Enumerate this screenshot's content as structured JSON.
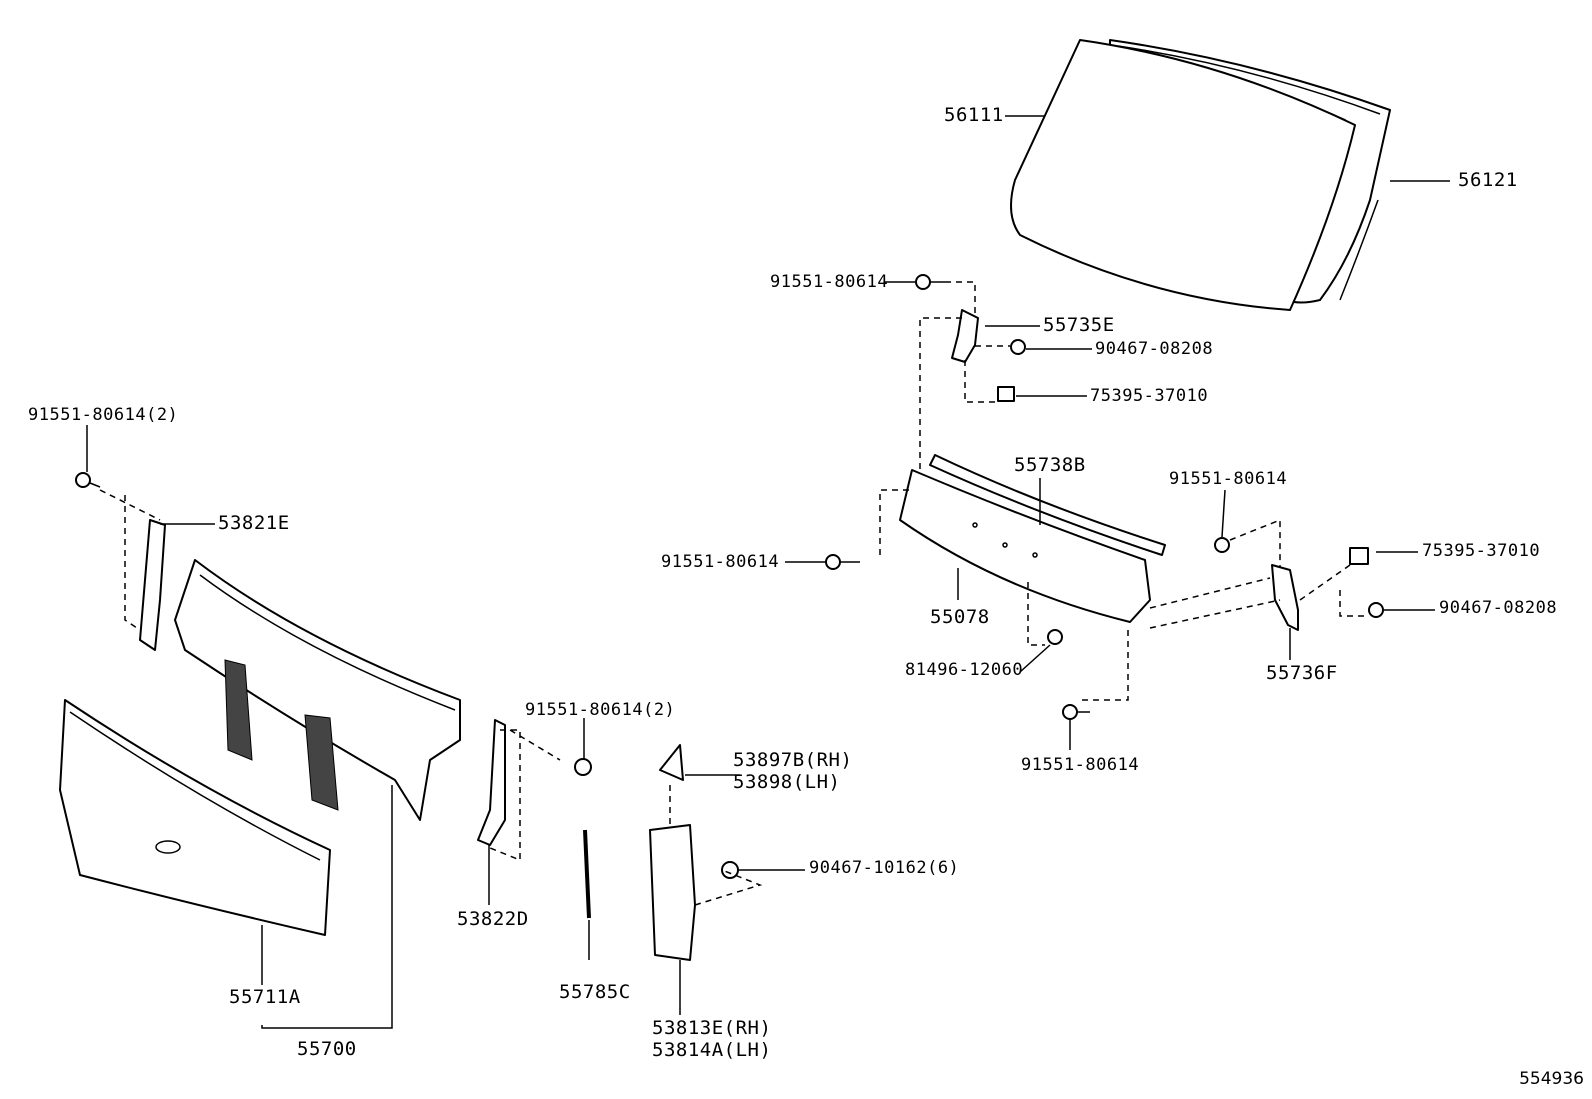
{
  "diagram_id": "554936",
  "labels": {
    "p56111": "56111",
    "p56121": "56121",
    "p91551_a": "91551-80614",
    "p55735E": "55735E",
    "p90467_a": "90467-08208",
    "p75395_a": "75395-37010",
    "p91551_2a": "91551-80614(2)",
    "p53821E": "53821E",
    "p55738B": "55738B",
    "p91551_b": "91551-80614",
    "p91551_c": "91551-80614",
    "p75395_b": "75395-37010",
    "p90467_b": "90467-08208",
    "p55078": "55078",
    "p81496": "81496-12060",
    "p55736F": "55736F",
    "p91551_d": "91551-80614",
    "p91551_2b": "91551-80614(2)",
    "p53897B": "53897B(RH)",
    "p53898": "53898(LH)",
    "p90467_c": "90467-10162(6)",
    "p53822D": "53822D",
    "p55785C": "55785C",
    "p55711A": "55711A",
    "p55700": "55700",
    "p53813E": "53813E(RH)",
    "p53814A": "53814A(LH)"
  }
}
